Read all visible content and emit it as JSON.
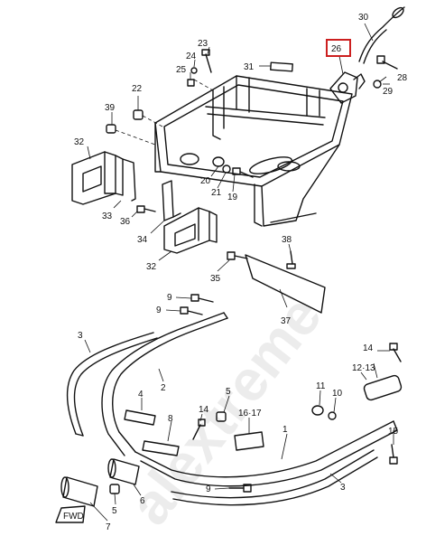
{
  "callouts": {
    "c1": "1",
    "c2": "2",
    "c3a": "3",
    "c3b": "3",
    "c4": "4",
    "c5a": "5",
    "c5b": "5",
    "c6": "6",
    "c7": "7",
    "c8": "8",
    "c9a": "9",
    "c9b": "9",
    "c9c": "9",
    "c10": "10",
    "c11": "11",
    "c1213": "12·13",
    "c14a": "14",
    "c14b": "14",
    "c15": "15",
    "c1617": "16·17",
    "c19": "19",
    "c20": "20",
    "c21": "21",
    "c22": "22",
    "c23": "23",
    "c24": "24",
    "c25": "25",
    "c26": "26",
    "c28": "28",
    "c29": "29",
    "c30": "30",
    "c31": "31",
    "c32a": "32",
    "c32b": "32",
    "c33": "33",
    "c34": "34",
    "c35": "35",
    "c36": "36",
    "c37": "37",
    "c38": "38",
    "c39": "39"
  },
  "highlight": {
    "color": "#cc1f1f"
  },
  "arrow_label": "FWD",
  "watermark": "alextreme"
}
